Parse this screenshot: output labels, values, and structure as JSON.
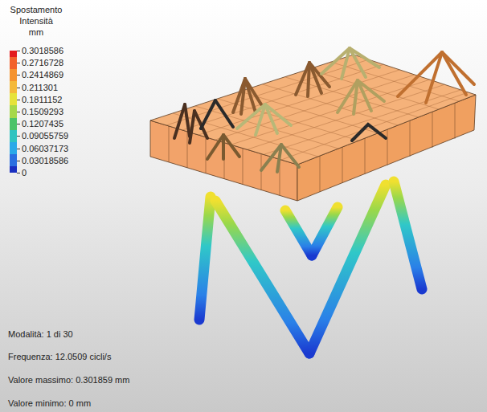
{
  "diagram": {
    "labels": [
      "Spostamento",
      "Intensità",
      "mm",
      "Modalità: 1 di 30",
      "Frequenza: 12.0509 cicli/s",
      "Valore massimo: 0.301859 mm",
      "Valore minimo: 0 mm"
    ],
    "legend": [
      {
        "text": "0.3018586",
        "color": "#e31a1c"
      },
      {
        "text": "0.2716728",
        "color": "#f2612a"
      },
      {
        "text": "0.2414869",
        "color": "#f5932f"
      },
      {
        "text": "0.211301",
        "color": "#f4b93a"
      },
      {
        "text": "0.1811152",
        "color": "#e6e23a"
      },
      {
        "text": "0.1509293",
        "color": "#a6d84a"
      },
      {
        "text": "0.1207435",
        "color": "#4cc36a"
      },
      {
        "text": "0.09055759",
        "color": "#2fc3c0"
      },
      {
        "text": "0.06037173",
        "color": "#2aa9e8"
      },
      {
        "text": "0.03018586",
        "color": "#2a6fe0"
      },
      {
        "text": "0",
        "color": "#1a2fc0"
      }
    ]
  }
}
